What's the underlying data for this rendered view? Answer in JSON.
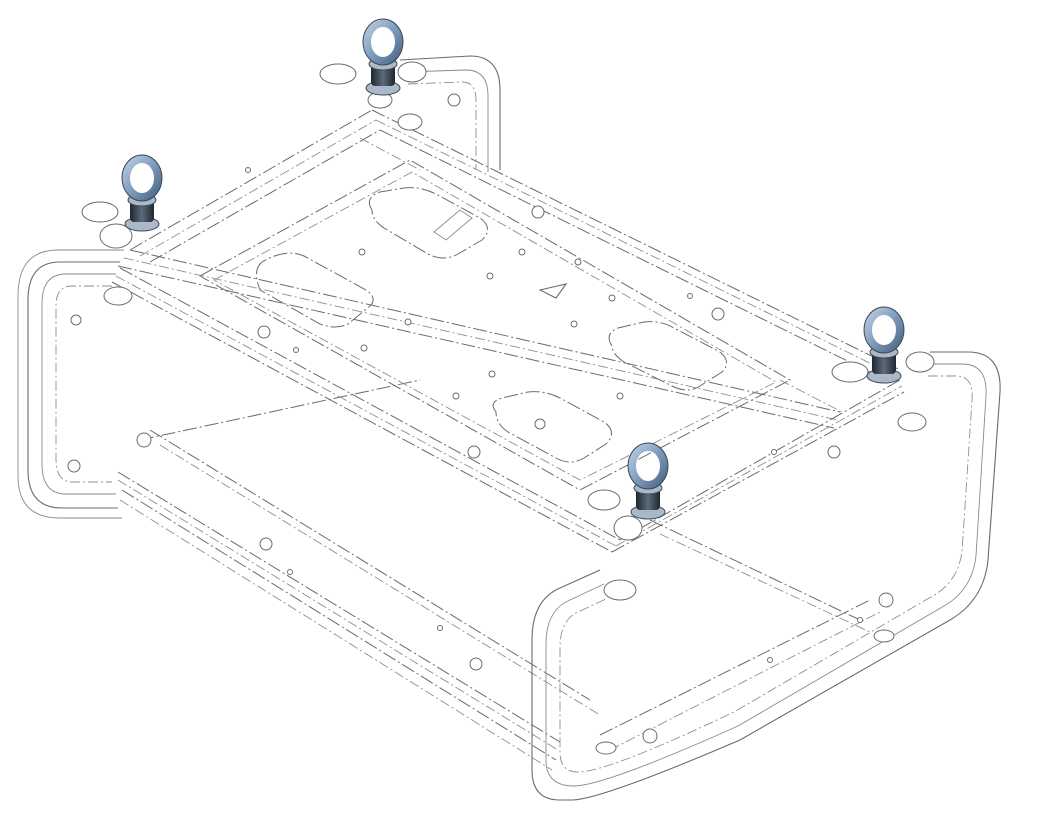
{
  "figure": {
    "subject": "rigging-frame-with-eyebolts",
    "colors": {
      "background": "#ffffff",
      "line": "#6b6b6b",
      "eyebolt_ring": "#7f9bbd",
      "eyebolt_shaft": "#2f3a45",
      "eyebolt_collar": "#aab8c8"
    },
    "eyebolts": [
      {
        "name": "eyebolt-back"
      },
      {
        "name": "eyebolt-left"
      },
      {
        "name": "eyebolt-right"
      },
      {
        "name": "eyebolt-front"
      }
    ]
  }
}
